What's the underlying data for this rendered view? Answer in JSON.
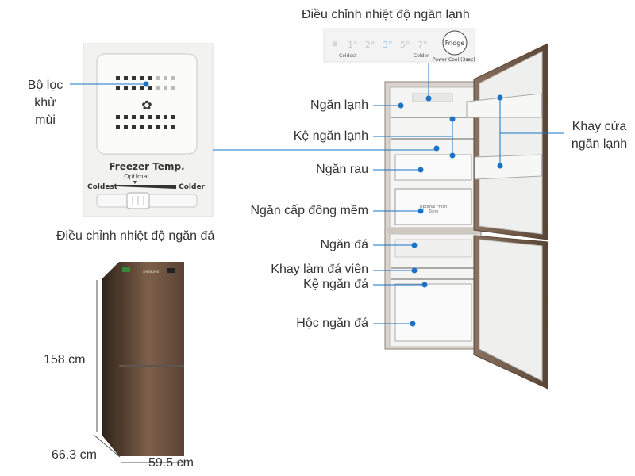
{
  "labels": {
    "fridge_control": "Điều chỉnh nhiệt độ ngăn lạnh",
    "deodorizer": "Bộ lọc\nkhử\nmùi",
    "freezer_control": "Điều chỉnh nhiệt độ ngăn đá",
    "fridge_compartment": "Ngăn lạnh",
    "fridge_shelf": "Kệ ngăn lạnh",
    "vegetable_drawer": "Ngăn rau",
    "soft_freeze": "Ngăn cấp đông mềm",
    "freezer_compartment": "Ngăn đá",
    "ice_tray": "Khay làm đá viên",
    "freezer_shelf": "Kệ ngăn đá",
    "freezer_drawer": "Hộc ngăn đá",
    "door_tray": "Khay cửa\nngăn lạnh"
  },
  "dimensions": {
    "height": "158 cm",
    "depth": "66.3 cm",
    "width": "59.5 cm"
  },
  "control_panel": {
    "temps": [
      "1°",
      "2°",
      "3°",
      "5°",
      "7°"
    ],
    "coldest": "Coldest",
    "colder": "Colder",
    "fridge_button": "Fridge",
    "power_cool": "Power Cool (3sec)"
  },
  "freezer_panel": {
    "title": "Freezer Temp.",
    "optimal": "Optimal",
    "coldest": "Coldest",
    "colder": "Colder"
  },
  "interior_text": {
    "fresh_zone": "Optimal Fresh\nZone",
    "brand": "SAMSUNG"
  },
  "colors": {
    "accent": "#1a73c8",
    "body_brown": "#6b5140"
  }
}
